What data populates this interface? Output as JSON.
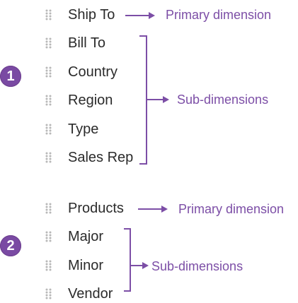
{
  "colors": {
    "accent": "#7c4ea6",
    "badge": "#7a4aa3",
    "text": "#2b2b2b",
    "handle": "#b8b8b8"
  },
  "groups": [
    {
      "badge": "1",
      "primary": {
        "label": "Ship To",
        "annotation": "Primary dimension"
      },
      "subs": [
        "Bill To",
        "Country",
        "Region",
        "Type",
        "Sales Rep"
      ],
      "sub_annotation": "Sub-dimensions"
    },
    {
      "badge": "2",
      "primary": {
        "label": "Products",
        "annotation": "Primary dimension"
      },
      "subs": [
        "Major",
        "Minor",
        "Vendor"
      ],
      "sub_annotation": "Sub-dimensions"
    }
  ]
}
